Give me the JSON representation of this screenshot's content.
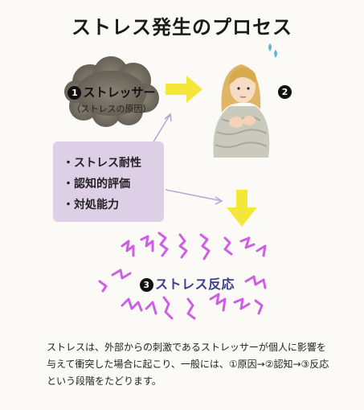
{
  "title": "ストレス発生のプロセス",
  "stressor": {
    "number": "1",
    "label": "ストレッサー",
    "sublabel": "（ストレスの原因）"
  },
  "cognition": {
    "number": "2"
  },
  "factors": [
    "・ストレス耐性",
    "・認知的評価",
    "・対処能力"
  ],
  "reaction": {
    "number": "3",
    "label": "ストレス反応"
  },
  "description": "ストレスは、外部からの刺激であるストレッサーが個人に影響を与えて衝突した場合に起こり、一般には、①原因→②認知→③反応という段階をたどります。",
  "colors": {
    "cloud": "#7a7368",
    "arrow": "#f5e63a",
    "factor_box": "#ddcfe6",
    "squiggle": "#c84fe0",
    "reaction_text": "#3b3e8c"
  }
}
